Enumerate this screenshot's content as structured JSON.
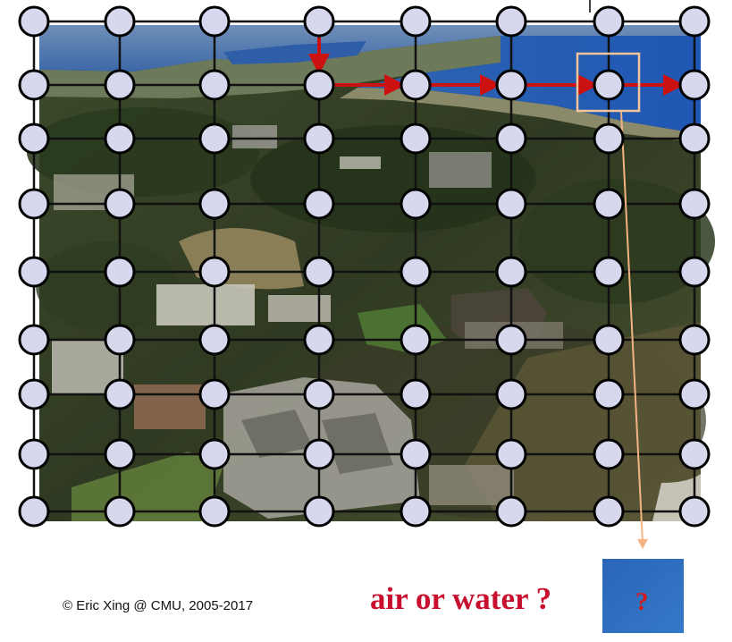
{
  "diagram": {
    "type": "grid-mrf-over-aerial-photo",
    "grid": {
      "rows": 9,
      "cols": 8
    },
    "node_color": "#d7d7ee",
    "edge_color": "#111111",
    "highlight_color": "#cc1111",
    "highlight_path": [
      [
        0,
        3
      ],
      [
        1,
        3
      ],
      [
        1,
        4
      ],
      [
        1,
        5
      ],
      [
        1,
        6
      ],
      [
        1,
        7
      ]
    ],
    "selected_node": [
      1,
      6
    ],
    "selection_box_color": "#f2c49a",
    "callout_color": "#f4b383",
    "patch_color": "#2e6fc0"
  },
  "footer": {
    "copyright": "© Eric Xing @ CMU, 2005-2017",
    "question": "air or water ?",
    "patch_label": "?"
  }
}
